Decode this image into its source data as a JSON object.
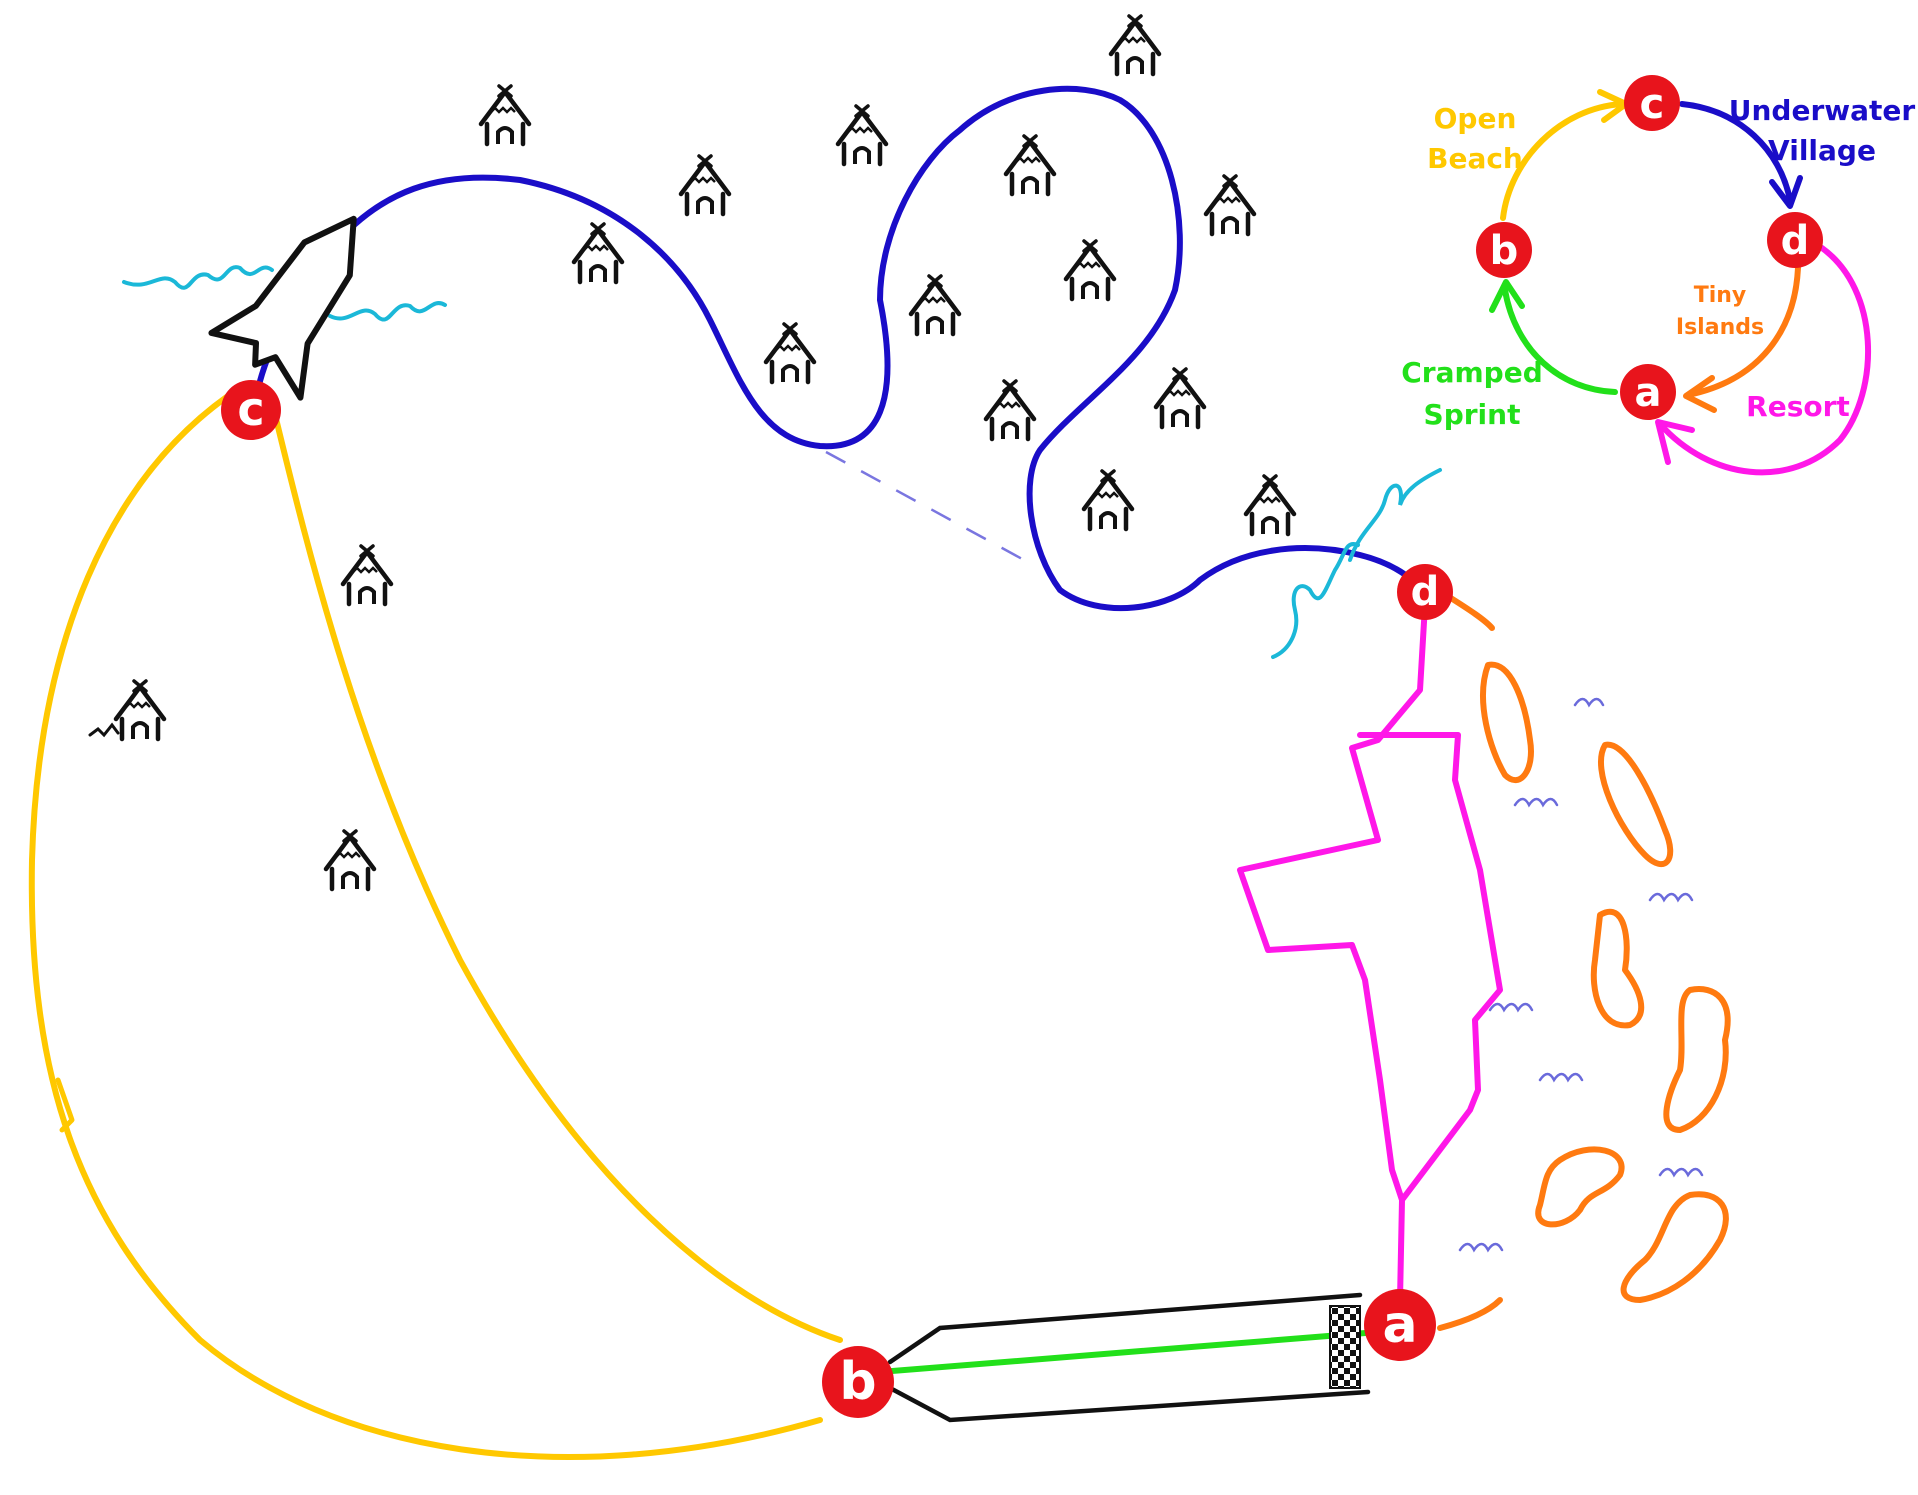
{
  "map": {
    "nodes": {
      "a": "a",
      "b": "b",
      "c": "c",
      "d": "d"
    },
    "legend": {
      "open_beach_line1": "Open",
      "open_beach_line2": "Beach",
      "underwater_line1": "Underwater",
      "underwater_line2": "Village",
      "tiny_line1": "Tiny",
      "tiny_line2": "Islands",
      "cramped_line1": "Cramped",
      "cramped_line2": "Sprint",
      "resort": "Resort"
    },
    "colors": {
      "open_beach": "#FFC800",
      "underwater_village": "#1A0DC8",
      "tiny_islands": "#FF7A10",
      "cramped_sprint": "#22E01A",
      "resort": "#FF17E8",
      "node": "#E8141C",
      "water": "#1BB8D8",
      "ripples": "#6A6ADB",
      "outline": "#111111"
    }
  }
}
